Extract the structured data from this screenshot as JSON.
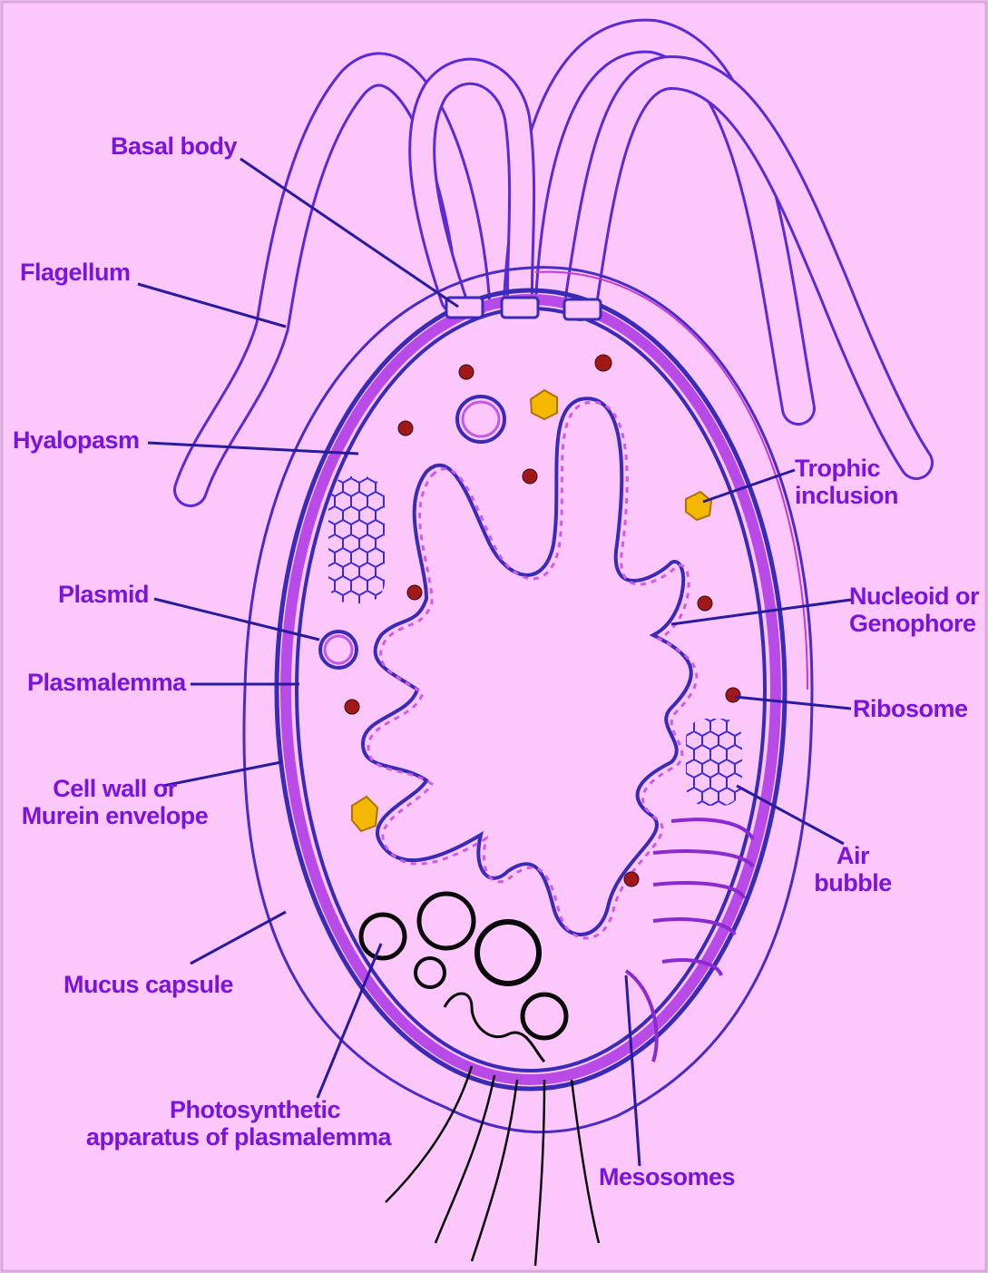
{
  "diagram": {
    "labels": {
      "basal_body": "Basal body",
      "flagellum": "Flagellum",
      "hyalopasm": "Hyalopasm",
      "plasmid": "Plasmid",
      "plasmalemma": "Plasmalemma",
      "cell_wall_1": "Cell wall or",
      "cell_wall_2": "Murein envelope",
      "mucus_capsule": "Mucus capsule",
      "photosynthetic_1": "Photosynthetic",
      "photosynthetic_2": "apparatus of plasmalemma",
      "mesosomes": "Mesosomes",
      "air_bubble_1": "Air",
      "air_bubble_2": "bubble",
      "ribosome": "Ribosome",
      "nucleoid_1": "Nucleoid or",
      "nucleoid_2": "Genophore",
      "trophic_1": "Trophic",
      "trophic_2": "inclusion"
    },
    "colors": {
      "background": "#fcc8fc",
      "label": "#7a12e0",
      "leader": "#2a1aa0",
      "membrane": "#9a3ad8",
      "ribosome": "#a01818",
      "inclusion": "#f5b800"
    }
  }
}
